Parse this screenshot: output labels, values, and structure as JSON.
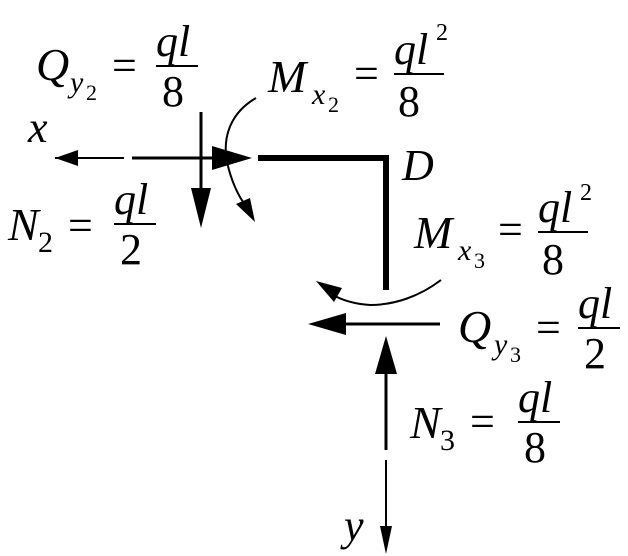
{
  "diagram": {
    "point_label": "D",
    "axis_x": "x",
    "axis_y": "y",
    "Qy2": {
      "sym": "Q",
      "sub": "y",
      "subsub": "2",
      "eq": "=",
      "num": "ql",
      "den": "8"
    },
    "Mx2": {
      "sym": "M",
      "sub": "x",
      "subsub": "2",
      "eq": "=",
      "num": "ql",
      "sup": "2",
      "den": "8"
    },
    "N2": {
      "sym": "N",
      "sub": "2",
      "eq": "=",
      "num": "ql",
      "den": "2"
    },
    "Mx3": {
      "sym": "M",
      "sub": "x",
      "subsub": "3",
      "eq": "=",
      "num": "ql",
      "sup": "2",
      "den": "8"
    },
    "Qy3": {
      "sym": "Q",
      "sub": "y",
      "subsub": "3",
      "eq": "=",
      "num": "ql",
      "den": "2"
    },
    "N3": {
      "sym": "N",
      "sub": "3",
      "eq": "=",
      "num": "ql",
      "den": "8"
    }
  },
  "colors": {
    "ink": "#000000",
    "background": "#ffffff"
  }
}
